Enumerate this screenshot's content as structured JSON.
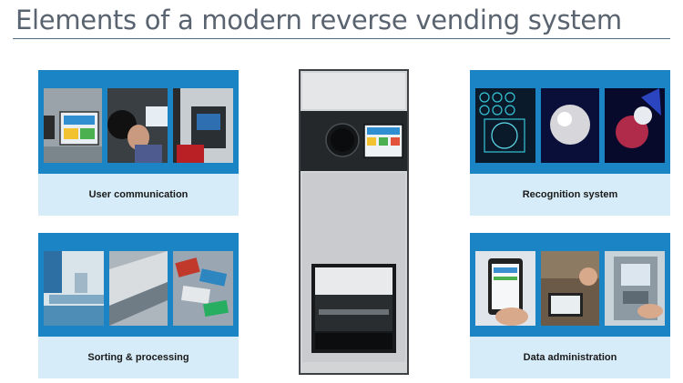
{
  "title": "Elements of a modern reverse vending system",
  "panels": {
    "user_communication": "User communication",
    "recognition_system": "Recognition system",
    "sorting_processing": "Sorting & processing",
    "data_administration": "Data administration"
  },
  "colors": {
    "panel_blue": "#1b84c5",
    "caption_bg": "#d6ecf8",
    "title_rule": "#4f6d85"
  }
}
